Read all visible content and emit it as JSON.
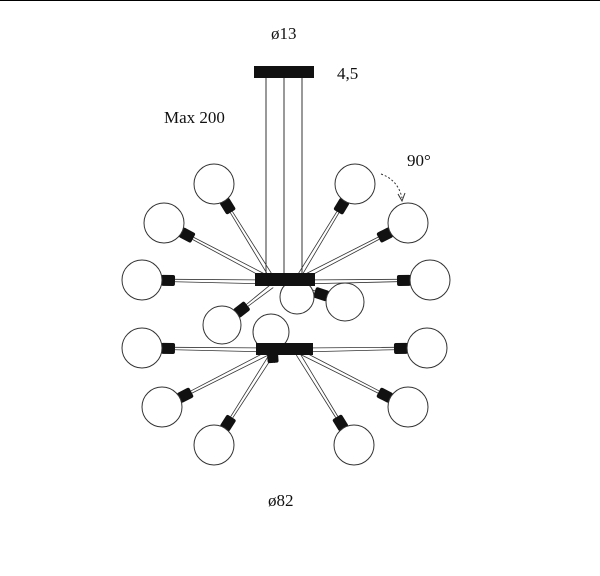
{
  "dimensions": {
    "canopy_diameter": "ø13",
    "canopy_height": "4,5",
    "max_drop": "Max 200",
    "arm_rotation": "90°",
    "overall_diameter": "ø82"
  },
  "colors": {
    "line": "#333333",
    "solid": "#111111",
    "globe_fill": "#ffffff"
  }
}
